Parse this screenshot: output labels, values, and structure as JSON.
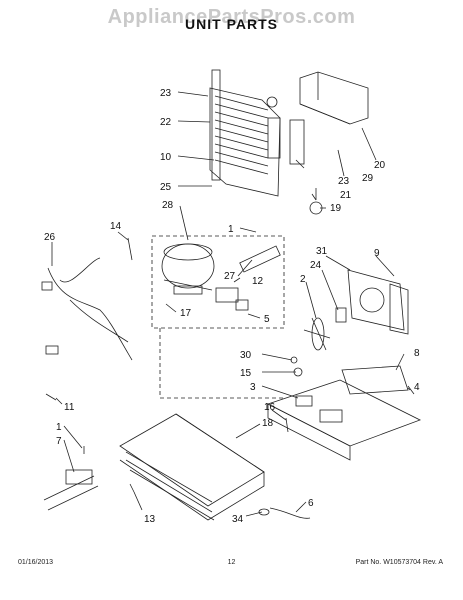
{
  "watermark": "AppliancePartsPros.com",
  "title": "UNIT PARTS",
  "footer": {
    "date": "01/16/2013",
    "page": "12",
    "part_no": "Part No. W10573704  Rev. A"
  },
  "callouts": {
    "c1": "1",
    "c2": "2",
    "c3": "3",
    "c4": "4",
    "c5": "5",
    "c6": "6",
    "c7": "7",
    "c8": "8",
    "c9": "9",
    "c10": "10",
    "c11": "11",
    "c12": "12",
    "c13": "13",
    "c14": "14",
    "c15": "15",
    "c16": "16",
    "c17": "17",
    "c18": "18",
    "c19": "19",
    "c20": "20",
    "c21": "21",
    "c22": "22",
    "c23a": "23",
    "c23b": "23",
    "c24": "24",
    "c25": "25",
    "c26": "26",
    "c27": "27",
    "c28": "28",
    "c29": "29",
    "c30": "30",
    "c31": "31",
    "c34": "34",
    "c1b": "1"
  }
}
